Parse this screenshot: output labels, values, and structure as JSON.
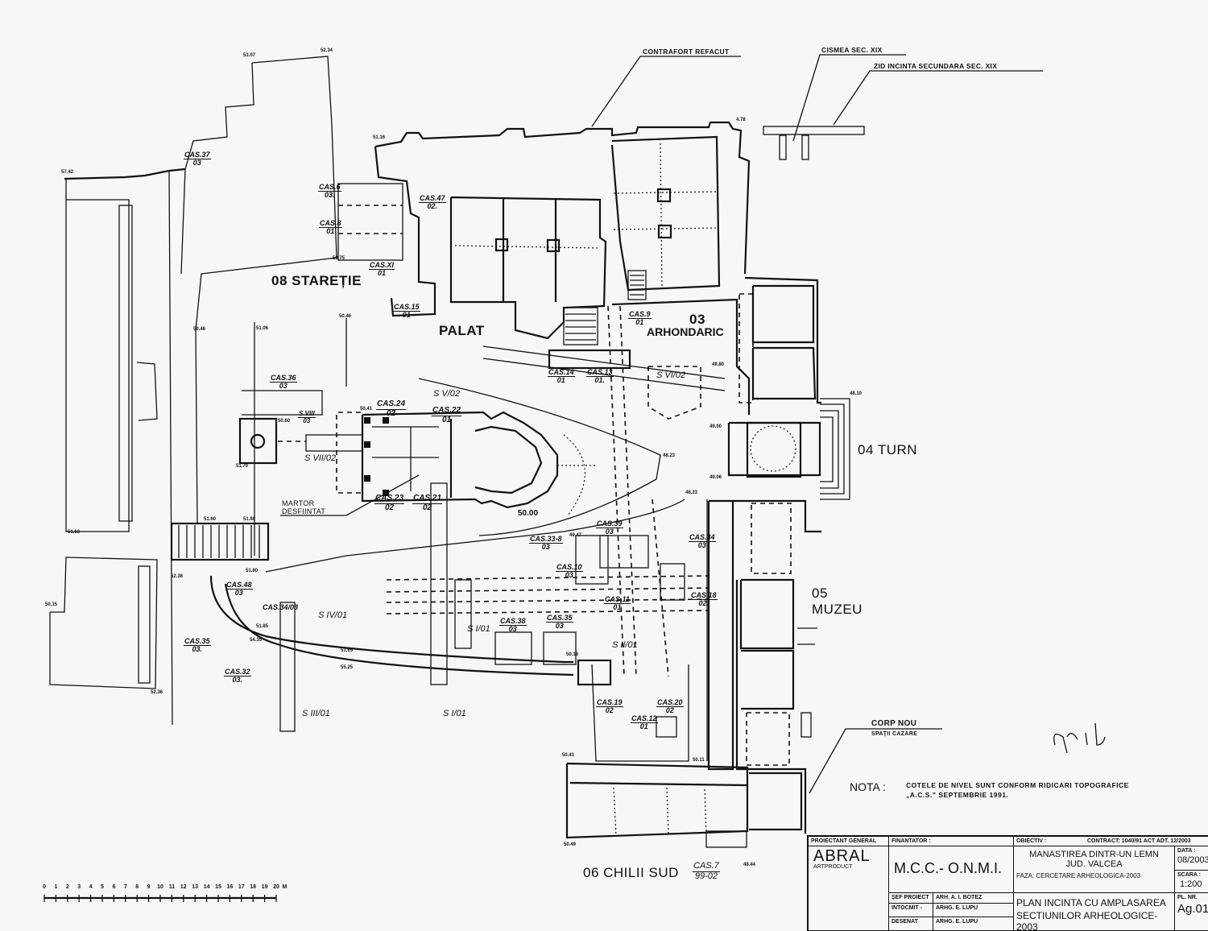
{
  "drawing": {
    "title": "Plan incinta cu amplasarea sectiunilor arheologice-2003",
    "zones": {
      "staretie": "08 STAREȚIE",
      "palat": "PALAT",
      "arhondaric_num": "03",
      "arhondaric": "ARHONDARIC",
      "turn": "04 TURN",
      "muzeu_num": "05",
      "muzeu": "MUZEU",
      "chilii": "06 CHILII SUD"
    },
    "callouts": {
      "contrafort": "CONTRAFORT REFACUT",
      "cismea": "CISMEA SEC. XIX",
      "zid": "ZID INCINTA SECUNDARA SEC. XIX",
      "corp_nou": "CORP NOU",
      "spatii": "SPAȚII CAZARE",
      "martor_1": "MARTOR",
      "martor_2": "DESFIINTAT"
    },
    "cas": [
      {
        "n": "CAS.37",
        "p": "03"
      },
      {
        "n": "CAS.6",
        "p": "03."
      },
      {
        "n": "CAS.8",
        "p": "01"
      },
      {
        "n": "CAS.47",
        "p": "02."
      },
      {
        "n": "CAS.XI",
        "p": "01"
      },
      {
        "n": "CAS.15",
        "p": "01"
      },
      {
        "n": "CAS.9",
        "p": "01"
      },
      {
        "n": "CAS.14",
        "p": "01"
      },
      {
        "n": "CAS.13",
        "p": "01."
      },
      {
        "n": "CAS.36",
        "p": "03"
      },
      {
        "n": "CAS.24",
        "p": "02"
      },
      {
        "n": "CAS.22",
        "p": "01"
      },
      {
        "n": "CAS.23",
        "p": "02"
      },
      {
        "n": "CAS.21",
        "p": "02"
      },
      {
        "n": "CAS.33-8",
        "p": "03"
      },
      {
        "n": "CAS.39",
        "p": "03"
      },
      {
        "n": "CAS.34",
        "p": "03"
      },
      {
        "n": "CAS.10",
        "p": "03"
      },
      {
        "n": "CAS.11",
        "p": "01"
      },
      {
        "n": "CAS.18",
        "p": "02."
      },
      {
        "n": "CAS.48",
        "p": "03"
      },
      {
        "n": "CAS.34/03",
        "p": ""
      },
      {
        "n": "CAS.35",
        "p": "03."
      },
      {
        "n": "CAS.32",
        "p": "03."
      },
      {
        "n": "CAS.38",
        "p": "03"
      },
      {
        "n": "CAS.35",
        "p": "03"
      },
      {
        "n": "CAS.19",
        "p": "02"
      },
      {
        "n": "CAS.20",
        "p": "02"
      },
      {
        "n": "CAS.12",
        "p": "01"
      },
      {
        "n": "CAS.7",
        "p": "99-02"
      }
    ],
    "sections": {
      "s5": "S V/02",
      "s6": "S VI/02",
      "s7": "S VII/02",
      "s8_n": "S VIII",
      "s8_p": "03",
      "s4": "S IV/01",
      "s1a": "S I/01",
      "s1b": "S I/01",
      "s2": "S II/01",
      "s3": "S III/01"
    },
    "elevations": {
      "e1": "53.07",
      "e2": "52.34",
      "e3": "57.42",
      "e4": "51.16",
      "e5": "4.78",
      "e6": "50.75",
      "e7": "50.46",
      "e8": "51.06",
      "e9": "50.46",
      "e10": "50.41",
      "e11": "50.60",
      "e12": "51.70",
      "e13": "50.00",
      "e14": "48.23",
      "e15": "48.23",
      "e16": "49.47",
      "e17": "48.10",
      "e18": "49.00",
      "e19": "49.06",
      "e20": "51.60",
      "e21": "51.80",
      "e22": "52.36",
      "e23": "51.63",
      "e24": "50.15",
      "e25": "52.36",
      "e26": "51.80",
      "e27": "51.85",
      "e28": "54.35",
      "e29": "51.65",
      "e30": "55.25",
      "e31": "50.41",
      "e32": "50.11",
      "e33": "50.49",
      "e34": "48.44",
      "e35": "50.18",
      "e36": "49.80"
    },
    "nota_label": "NOTA :",
    "nota_line1": "COTELE DE NIVEL SUNT CONFORM RIDICARI TOPOGRAFICE",
    "nota_line2": "„A.C.S.” SEPTEMBRIE 1991.",
    "scale_bar": {
      "ticks": [
        "0",
        "1",
        "2",
        "3",
        "4",
        "5",
        "6",
        "7",
        "8",
        "9",
        "10",
        "11",
        "12",
        "13",
        "14",
        "15",
        "16",
        "17",
        "18",
        "19",
        "20"
      ],
      "unit": "M"
    }
  },
  "title_block": {
    "h_proiectant": "PROIECTANT GENERAL",
    "h_finantator": "FINANTATOR :",
    "h_obiectiv": "OBIECTIV :",
    "contract": "CONTRACT: 1040/91 ACT ADT. 12/2003",
    "proiectant_name": "ABRAL",
    "proiectant_sub": "ARTPRODUCT",
    "finantator": "M.C.C.- O.N.M.I.",
    "obiectiv_1": "MANASTIREA DINTR-UN LEMN",
    "obiectiv_2": "JUD. VALCEA",
    "faza": "FAZA: CERCETARE ARHEOLOGICA-2003",
    "h_data": "DATA :",
    "data": "08/2003",
    "h_scara": "SCARA :",
    "scara": "1:200",
    "sef_label": "ȘEF PROIECT",
    "sef": "ARH. A. I. BOTEZ",
    "intocmit_label": "INTOCMIT -",
    "intocmit": "ARHG. E. LUPU",
    "desenat_label": "DESENAT",
    "desenat": "ARHG. E. LUPU",
    "plan_1": "PLAN INCINTA CU AMPLASAREA",
    "plan_2": "SECTIUNILOR ARHEOLOGICE-2003",
    "h_plnr": "PL. NR.",
    "plnr": "Ag.01"
  }
}
